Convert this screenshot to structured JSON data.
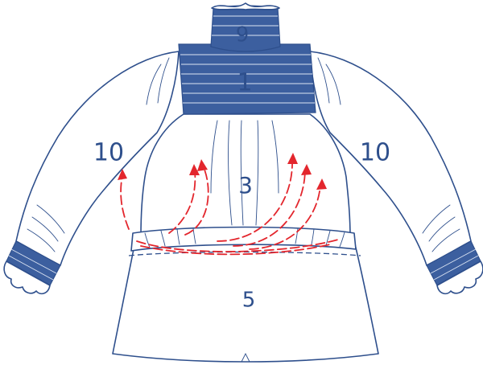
{
  "colors": {
    "outline": "#2e4f8c",
    "smocking": "#3c5f9f",
    "arrows": "#e3262d",
    "background": "#ffffff"
  },
  "labels": {
    "collar": "9",
    "yoke": "1",
    "front_bodice": "3",
    "peplum": "5",
    "left_sleeve": "10",
    "right_sleeve": "10"
  }
}
